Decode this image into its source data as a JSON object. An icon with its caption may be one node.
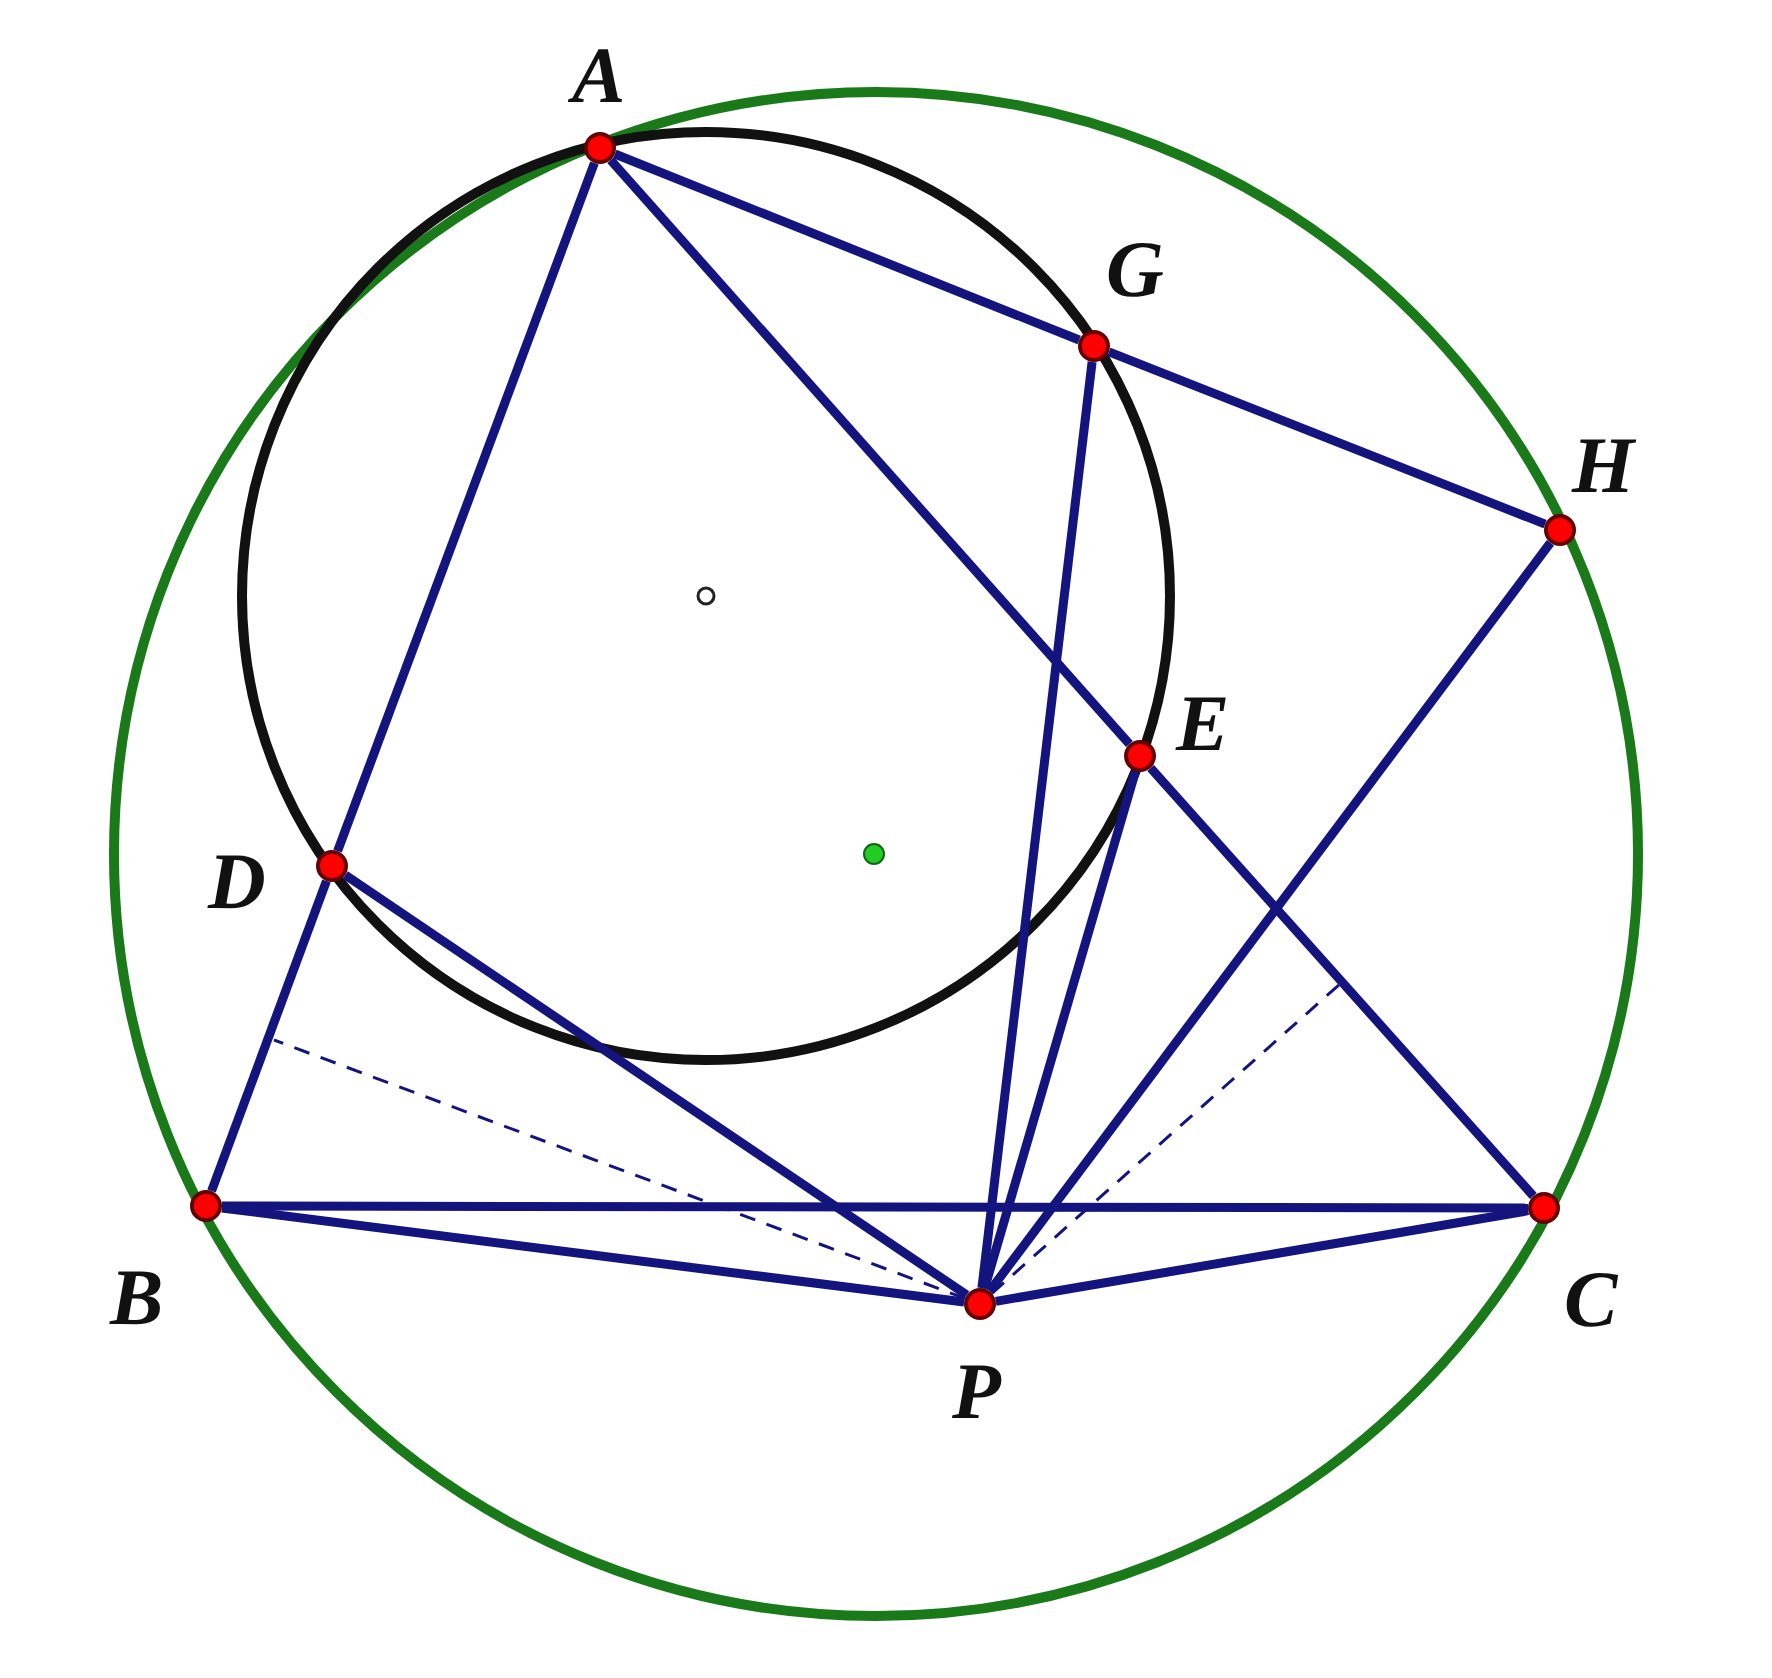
{
  "diagram": {
    "nodes": [
      {
        "text": [
          "A"
        ]
      },
      {
        "text": [
          "G"
        ]
      },
      {
        "text": [
          "H"
        ]
      },
      {
        "text": [
          "E"
        ]
      },
      {
        "text": [
          "D"
        ]
      },
      {
        "text": [
          "B"
        ]
      },
      {
        "text": [
          "C"
        ]
      },
      {
        "text": [
          "P"
        ]
      }
    ],
    "edges": [
      {
        "from": 0,
        "to": 4,
        "arrow": "none"
      },
      {
        "from": 4,
        "to": 5,
        "arrow": "none"
      },
      {
        "from": 0,
        "to": 3,
        "arrow": "none"
      },
      {
        "from": 3,
        "to": 6,
        "arrow": "none"
      },
      {
        "from": 0,
        "to": 1,
        "arrow": "none"
      },
      {
        "from": 1,
        "to": 2,
        "arrow": "none"
      },
      {
        "from": 5,
        "to": 6,
        "arrow": "none"
      },
      {
        "from": 5,
        "to": 7,
        "arrow": "none"
      },
      {
        "from": 7,
        "to": 6,
        "arrow": "none"
      },
      {
        "from": 4,
        "to": 7,
        "arrow": "none"
      },
      {
        "from": 1,
        "to": 7,
        "arrow": "none"
      },
      {
        "from": 3,
        "to": 7,
        "arrow": "none"
      },
      {
        "from": 2,
        "to": 7,
        "arrow": "none"
      },
      {
        "from": 7,
        "to": null,
        "arrow": "none",
        "style": "dashed"
      },
      {
        "from": 7,
        "to": null,
        "arrow": "none",
        "style": "dashed"
      }
    ]
  }
}
